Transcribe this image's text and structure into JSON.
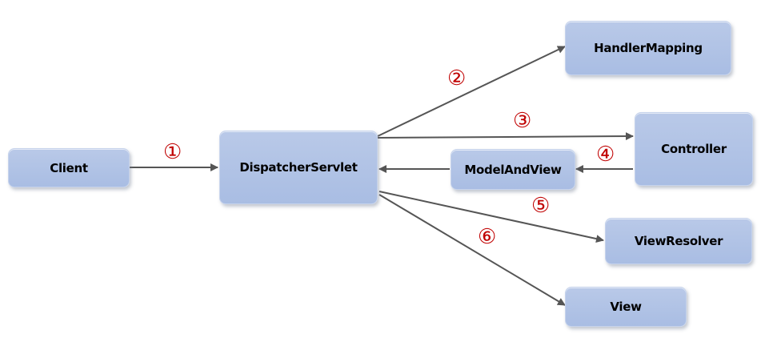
{
  "nodes": {
    "client": "Client",
    "dispatcher": "DispatcherServlet",
    "handler_mapping": "HandlerMapping",
    "controller": "Controller",
    "model_and_view": "ModelAndView",
    "view_resolver": "ViewResolver",
    "view": "View"
  },
  "steps": {
    "s1": "①",
    "s2": "②",
    "s3": "③",
    "s4": "④",
    "s5": "⑤",
    "s6": "⑥"
  },
  "colors": {
    "node_fill": "#aebfe4",
    "arrow": "#555555",
    "step_number": "#c00000"
  }
}
